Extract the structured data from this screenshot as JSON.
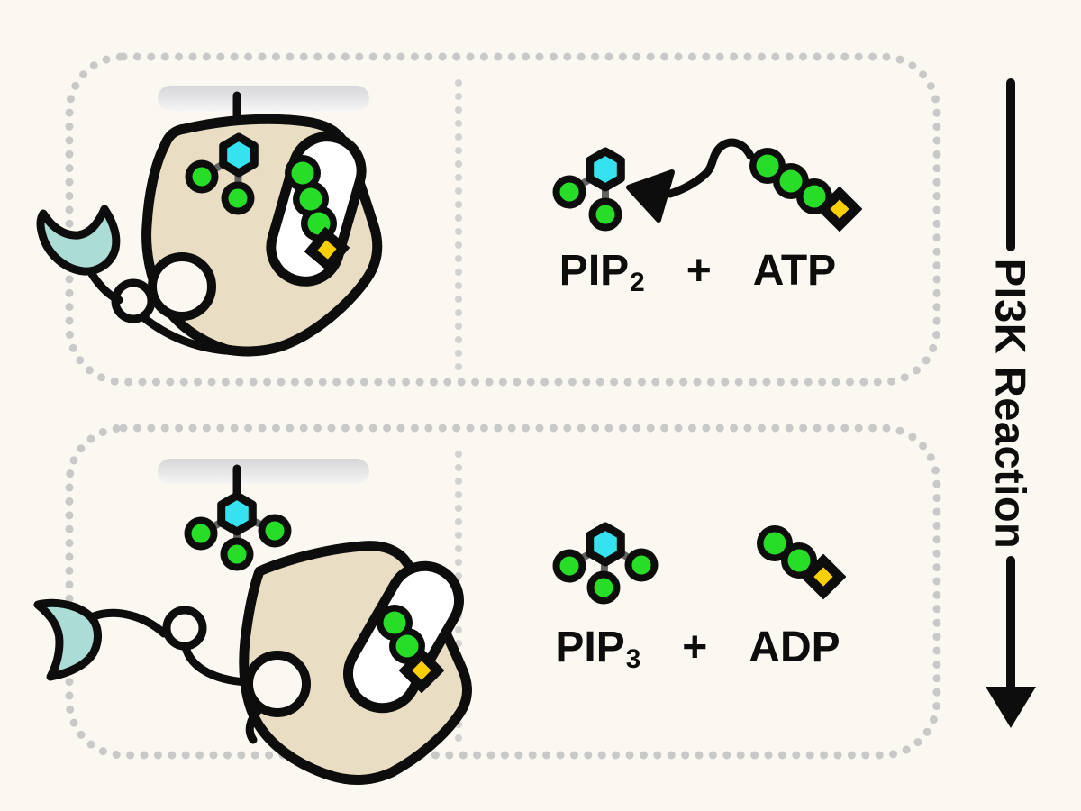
{
  "title": "PI3K Reaction",
  "side_label": "PI3K Reaction",
  "panels": {
    "before": {
      "equation": {
        "pip_base": "PIP",
        "pip_sub": "2",
        "plus": "+",
        "nucleotide": "ATP"
      }
    },
    "after": {
      "equation": {
        "pip_base": "PIP",
        "pip_sub": "3",
        "plus": "+",
        "nucleotide": "ADP"
      }
    }
  },
  "icons": {
    "membrane_bar": "cell-membrane-bar",
    "enzyme": "pi3k-enzyme-blob",
    "regulatory_subunit": "regulatory-subunit-crescent",
    "pip_head": "inositol-hexagon-with-phosphate-beads",
    "nucleotide_chain": "phosphate-bead-chain-with-adenosine-diamond",
    "transfer_arrow": "curved-phosphate-transfer-arrow",
    "reaction_arrow": "downward-reaction-arrow"
  },
  "colors": {
    "bg": "#faf8f1",
    "dot": "#c9c9c9",
    "divider_dot": "#d2d2d2",
    "ink": "#0d0d0d",
    "text": "#0d0d0d",
    "tan": "#e9dec3",
    "teal": "#abdcd6",
    "green": "#27dd27",
    "cyan": "#34e3ef",
    "yellow": "#fccf00",
    "gray": "#636363",
    "white": "#ffffff",
    "membrane_top": "#d6d6d8",
    "membrane_bottom": "#f5f5f6"
  }
}
